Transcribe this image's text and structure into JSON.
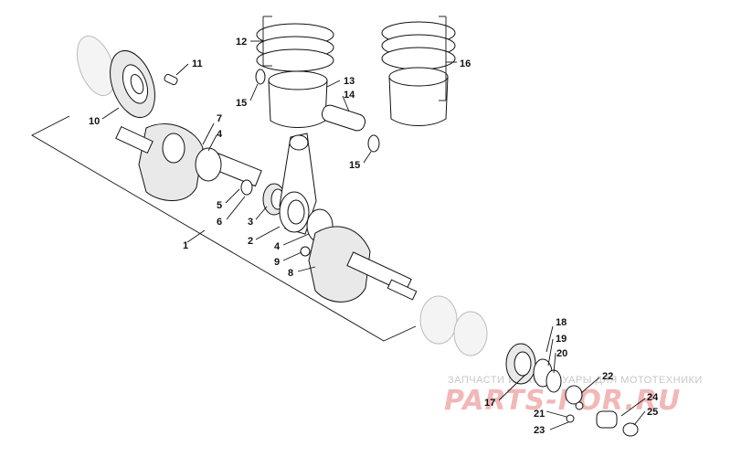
{
  "callouts": {
    "c1": "1",
    "c2": "2",
    "c3": "3",
    "c4a": "4",
    "c4b": "4",
    "c5": "5",
    "c6": "6",
    "c7": "7",
    "c8": "8",
    "c9": "9",
    "c10": "10",
    "c11": "11",
    "c12": "12",
    "c13": "13",
    "c14": "14",
    "c15a": "15",
    "c15b": "15",
    "c16": "16",
    "c17": "17",
    "c18": "18",
    "c19": "19",
    "c20": "20",
    "c21": "21",
    "c22": "22",
    "c23": "23",
    "c24": "24",
    "c25": "25"
  },
  "watermark": {
    "top_text": "ЗАПЧАСТИ И АКСЕССУАРЫ ДЛЯ МОТОТЕХНИКИ",
    "brand_text": "PARTS-FOR.RU"
  }
}
